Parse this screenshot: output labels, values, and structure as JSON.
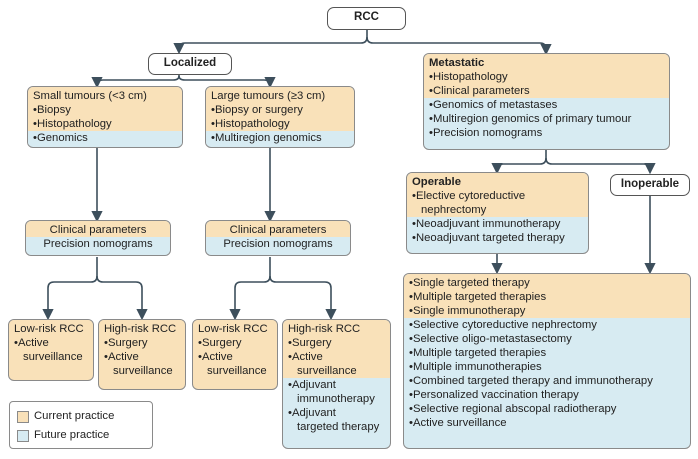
{
  "root": {
    "label": "RCC"
  },
  "branches": {
    "localized": "Localized",
    "inoperable": "Inoperable"
  },
  "boxes": {
    "small": {
      "cur": [
        {
          "t": "Small tumours (<3 cm)",
          "s": "plain"
        },
        {
          "t": "Biopsy",
          "s": "blt"
        },
        {
          "t": "Histopathology",
          "s": "blt"
        }
      ],
      "fut": [
        {
          "t": "Genomics",
          "s": "blt"
        }
      ]
    },
    "large": {
      "cur": [
        {
          "t": "Large tumours (≥3 cm)",
          "s": "plain"
        },
        {
          "t": "Biopsy or surgery",
          "s": "blt"
        },
        {
          "t": "Histopathology",
          "s": "blt"
        }
      ],
      "fut": [
        {
          "t": "Multiregion genomics",
          "s": "blt"
        }
      ]
    },
    "metastatic": {
      "cur": [
        {
          "t": "Metastatic",
          "s": "hdr"
        },
        {
          "t": "Histopathology",
          "s": "blt"
        },
        {
          "t": "Clinical parameters",
          "s": "blt"
        }
      ],
      "fut": [
        {
          "t": "Genomics of metastases",
          "s": "blt"
        },
        {
          "t": "Multiregion genomics of primary tumour",
          "s": "blt"
        },
        {
          "t": "Precision nomograms",
          "s": "blt"
        }
      ]
    },
    "clin1": {
      "cur": [
        {
          "t": "Clinical parameters",
          "s": "plain"
        }
      ],
      "fut": [
        {
          "t": "Precision nomograms",
          "s": "plain"
        }
      ]
    },
    "clin2": {
      "cur": [
        {
          "t": "Clinical parameters",
          "s": "plain"
        }
      ],
      "fut": [
        {
          "t": "Precision nomograms",
          "s": "plain"
        }
      ]
    },
    "operable": {
      "cur": [
        {
          "t": "Operable",
          "s": "hdr"
        },
        {
          "t": "Elective cytoreductive",
          "s": "blt"
        },
        {
          "t": "nephrectomy",
          "s": "ind"
        }
      ],
      "fut": [
        {
          "t": "Neoadjuvant immunotherapy",
          "s": "blt"
        },
        {
          "t": "Neoadjuvant targeted therapy",
          "s": "blt"
        }
      ]
    },
    "lowrisk1": {
      "cur": [
        {
          "t": "Low-risk RCC",
          "s": "plain"
        },
        {
          "t": "Active",
          "s": "blt"
        },
        {
          "t": "surveillance",
          "s": "ind"
        }
      ],
      "fut": []
    },
    "highrisk1": {
      "cur": [
        {
          "t": "High-risk RCC",
          "s": "plain"
        },
        {
          "t": "Surgery",
          "s": "blt"
        },
        {
          "t": "Active",
          "s": "blt"
        },
        {
          "t": "surveillance",
          "s": "ind"
        }
      ],
      "fut": []
    },
    "lowrisk2": {
      "cur": [
        {
          "t": "Low-risk RCC",
          "s": "plain"
        },
        {
          "t": "Surgery",
          "s": "blt"
        },
        {
          "t": "Active",
          "s": "blt"
        },
        {
          "t": "surveillance",
          "s": "ind"
        }
      ],
      "fut": []
    },
    "highrisk2": {
      "cur": [
        {
          "t": "High-risk RCC",
          "s": "plain"
        },
        {
          "t": "Surgery",
          "s": "blt"
        },
        {
          "t": "Active",
          "s": "blt"
        },
        {
          "t": "surveillance",
          "s": "ind"
        }
      ],
      "fut": [
        {
          "t": "Adjuvant",
          "s": "blt"
        },
        {
          "t": "immunotherapy",
          "s": "ind"
        },
        {
          "t": "Adjuvant",
          "s": "blt"
        },
        {
          "t": "targeted therapy",
          "s": "ind"
        }
      ]
    },
    "therapies": {
      "cur": [
        {
          "t": "Single targeted therapy",
          "s": "blt"
        },
        {
          "t": "Multiple targeted therapies",
          "s": "blt"
        },
        {
          "t": "Single immunotherapy",
          "s": "blt"
        }
      ],
      "fut": [
        {
          "t": "Selective cytoreductive nephrectomy",
          "s": "blt"
        },
        {
          "t": "Selective oligo-metastasectomy",
          "s": "blt"
        },
        {
          "t": "Multiple targeted therapies",
          "s": "blt"
        },
        {
          "t": "Multiple immunotherapies",
          "s": "blt"
        },
        {
          "t": "Combined targeted therapy and immunotherapy",
          "s": "blt"
        },
        {
          "t": "Personalized vaccination therapy",
          "s": "blt"
        },
        {
          "t": "Selective regional abscopal radiotherapy",
          "s": "blt"
        },
        {
          "t": "Active surveillance",
          "s": "blt"
        }
      ]
    }
  },
  "legend": {
    "current": "Current practice",
    "future": "Future practice"
  },
  "colors": {
    "current": "#f9e1b9",
    "future": "#d7ebf2",
    "line": "#3d4f5c"
  }
}
